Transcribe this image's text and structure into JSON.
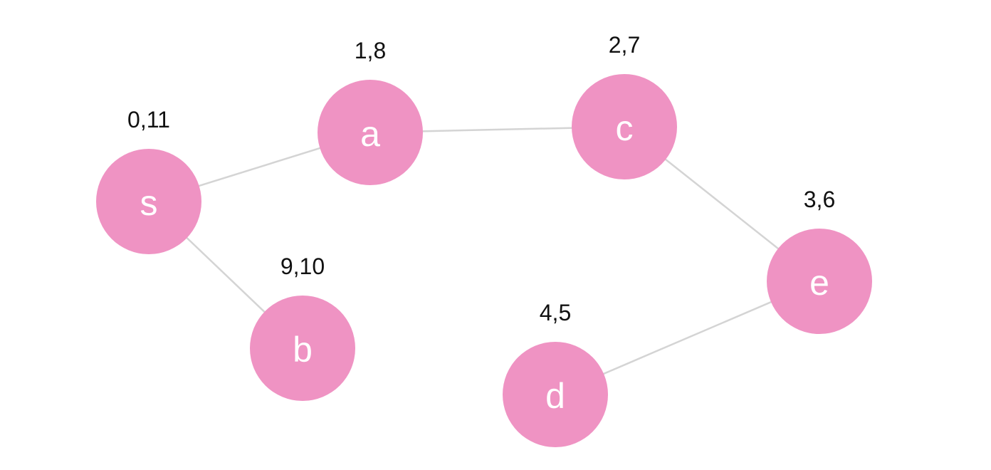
{
  "colors": {
    "node_fill": "#ef93c3",
    "node_text": "#ffffff",
    "edge": "#d4d4d4",
    "annotation_text": "#111111"
  },
  "nodes": [
    {
      "id": "s",
      "label": "s",
      "annotation": "0,11"
    },
    {
      "id": "a",
      "label": "a",
      "annotation": "1,8"
    },
    {
      "id": "c",
      "label": "c",
      "annotation": "2,7"
    },
    {
      "id": "e",
      "label": "e",
      "annotation": "3,6"
    },
    {
      "id": "d",
      "label": "d",
      "annotation": "4,5"
    },
    {
      "id": "b",
      "label": "b",
      "annotation": "9,10"
    }
  ],
  "edges": [
    {
      "from": "s",
      "to": "a"
    },
    {
      "from": "a",
      "to": "c"
    },
    {
      "from": "c",
      "to": "e"
    },
    {
      "from": "e",
      "to": "d"
    },
    {
      "from": "s",
      "to": "b"
    }
  ]
}
